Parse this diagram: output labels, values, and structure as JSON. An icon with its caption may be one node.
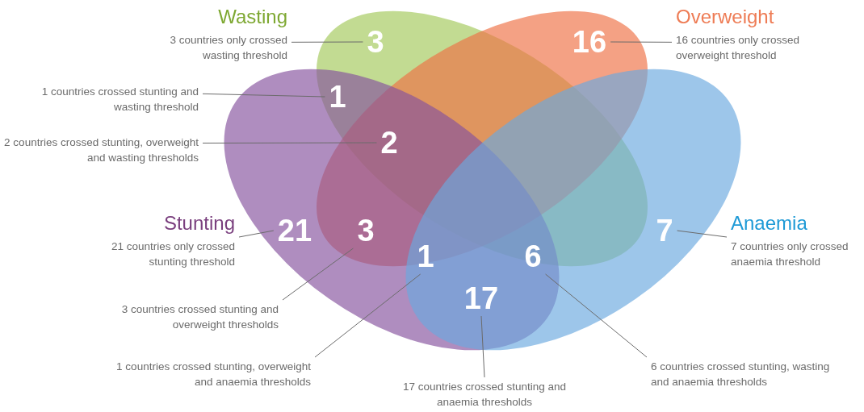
{
  "diagram": {
    "nodes": [
      {
        "text": [
          "Wasting"
        ]
      },
      {
        "text": [
          "Overweight"
        ]
      },
      {
        "text": [
          "Stunting"
        ]
      },
      {
        "text": [
          "Anaemia"
        ]
      },
      {
        "text": [
          "3"
        ],
        "in": 0
      },
      {
        "text": [
          "16"
        ],
        "in": 1
      },
      {
        "text": [
          "1"
        ]
      },
      {
        "text": [
          "2"
        ]
      },
      {
        "text": [
          "21"
        ],
        "in": 2
      },
      {
        "text": [
          "3"
        ]
      },
      {
        "text": [
          "7"
        ],
        "in": 3
      },
      {
        "text": [
          "1"
        ]
      },
      {
        "text": [
          "6"
        ]
      },
      {
        "text": [
          "17"
        ]
      },
      {
        "text": [
          "3 countries only crossed wasting threshold"
        ]
      },
      {
        "text": [
          "16 countries only crossed overweight threshold"
        ]
      },
      {
        "text": [
          "1 countries crossed stunting and wasting threshold"
        ]
      },
      {
        "text": [
          "2 countries crossed stunting, overweight and wasting thresholds"
        ]
      },
      {
        "text": [
          "21 countries only crossed stunting threshold"
        ]
      },
      {
        "text": [
          "7 countries only crossed anaemia threshold"
        ]
      },
      {
        "text": [
          "3 countries crossed stunting and overweight thresholds"
        ]
      },
      {
        "text": [
          "1 countries crossed stunting, overweight and anaemia thresholds"
        ]
      },
      {
        "text": [
          "6 countries crossed stunting, wasting and anaemia thresholds"
        ]
      },
      {
        "text": [
          "17 countries crossed stunting and anaemia thresholds"
        ]
      }
    ],
    "edges": [
      {
        "from": 14,
        "to": 4,
        "arrow": "none"
      },
      {
        "from": 15,
        "to": 5,
        "arrow": "none"
      },
      {
        "from": 16,
        "to": 6,
        "arrow": "none"
      },
      {
        "from": 17,
        "to": 7,
        "arrow": "none"
      },
      {
        "from": 18,
        "to": 8,
        "arrow": "none"
      },
      {
        "from": 19,
        "to": 10,
        "arrow": "none"
      },
      {
        "from": 20,
        "to": 9,
        "arrow": "none"
      },
      {
        "from": 21,
        "to": 11,
        "arrow": "none"
      },
      {
        "from": 22,
        "to": 12,
        "arrow": "none"
      },
      {
        "from": 23,
        "to": 13,
        "arrow": "none"
      }
    ]
  }
}
